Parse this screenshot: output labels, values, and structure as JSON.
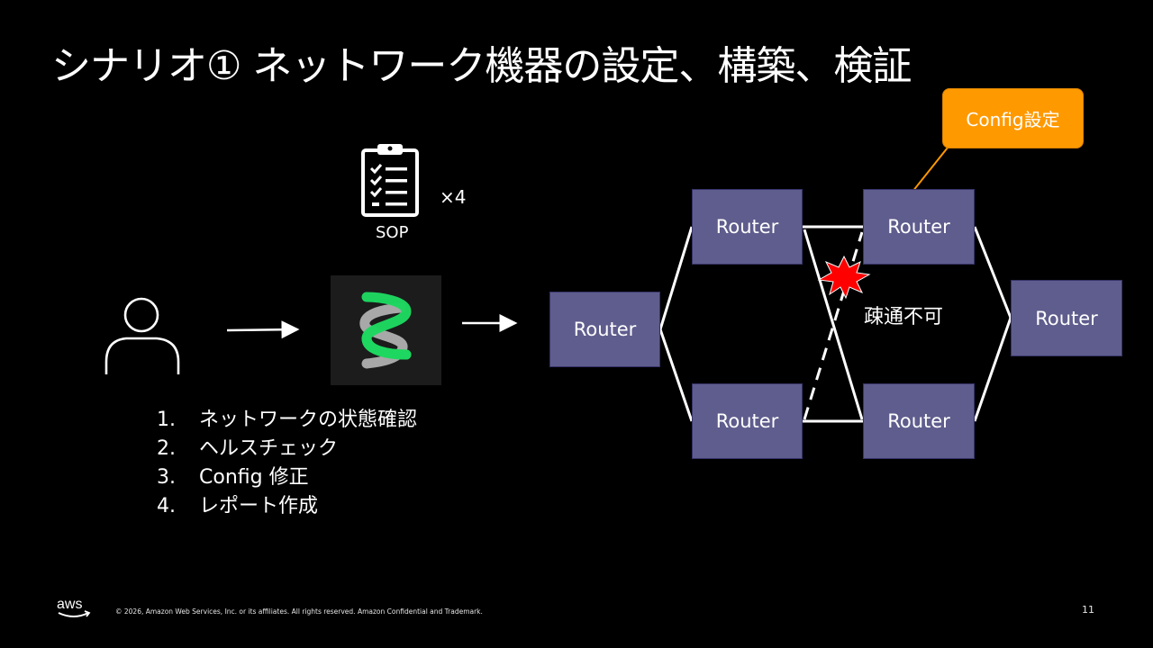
{
  "slide": {
    "title": "シナリオ① ネットワーク機器の設定、構築、検証",
    "page_number": "11",
    "copyright": "© 2026, Amazon Web Services, Inc. or its affiliates. All rights reserved. Amazon Confidential and Trademark."
  },
  "sop": {
    "label": "SOP",
    "multiplier": "×4"
  },
  "steps": [
    {
      "num": "1.",
      "text": "ネットワークの状態確認"
    },
    {
      "num": "2.",
      "text": "ヘルスチェック"
    },
    {
      "num": "3.",
      "text": "Config 修正"
    },
    {
      "num": "4.",
      "text": "レポート作成"
    }
  ],
  "network": {
    "routers": [
      "Router",
      "Router",
      "Router",
      "Router",
      "Router",
      "Router"
    ],
    "failure_label": "疎通不可",
    "callout": "Config設定"
  },
  "colors": {
    "router_fill": "#5f5d8d",
    "callout_fill": "#ff9900",
    "logo_green": "#1ed760",
    "logo_gray": "#a8a8a8",
    "burst_red": "#ff0000"
  },
  "icons": [
    "person-icon",
    "clipboard-checklist-icon",
    "strands-logo-icon",
    "aws-logo-icon",
    "explosion-icon"
  ]
}
